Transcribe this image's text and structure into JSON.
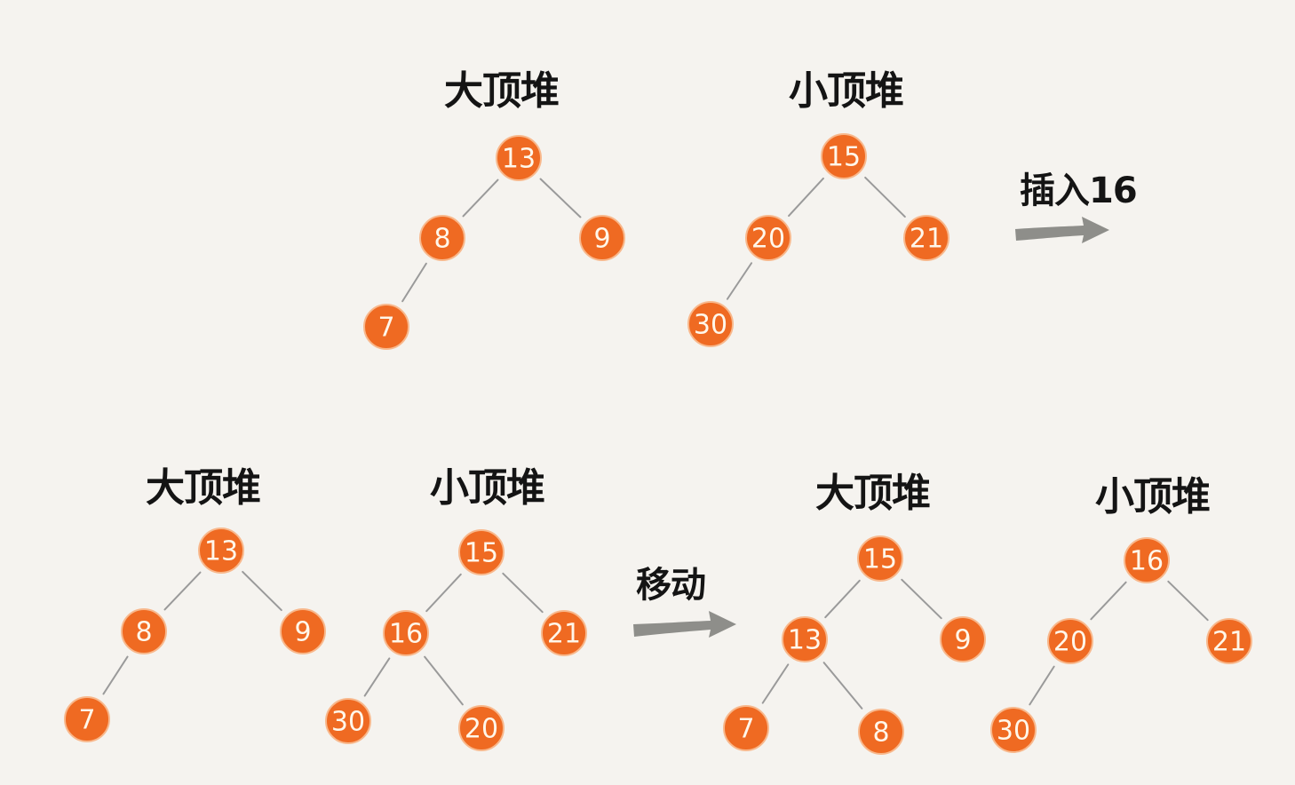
{
  "step_labels": {
    "insert": "插入16",
    "move": "移动"
  },
  "colors": {
    "node_fill": "#ef6a22",
    "node_text": "#fff7ea",
    "edge": "#9a9a9a",
    "arrow": "#8e8e8a",
    "background": "#f5f3ef"
  },
  "heaps": [
    {
      "id": "top-max-heap",
      "title": "大顶堆",
      "nodes": [
        {
          "id": "a",
          "label": "13"
        },
        {
          "id": "b",
          "label": "8"
        },
        {
          "id": "c",
          "label": "9"
        },
        {
          "id": "d",
          "label": "7"
        }
      ],
      "edges": [
        [
          "a",
          "b"
        ],
        [
          "a",
          "c"
        ],
        [
          "b",
          "d"
        ]
      ]
    },
    {
      "id": "top-min-heap",
      "title": "小顶堆",
      "nodes": [
        {
          "id": "a",
          "label": "15"
        },
        {
          "id": "b",
          "label": "20"
        },
        {
          "id": "c",
          "label": "21"
        },
        {
          "id": "d",
          "label": "30"
        }
      ],
      "edges": [
        [
          "a",
          "b"
        ],
        [
          "a",
          "c"
        ],
        [
          "b",
          "d"
        ]
      ]
    },
    {
      "id": "inserted-max-heap",
      "title": "大顶堆",
      "nodes": [
        {
          "id": "a",
          "label": "13"
        },
        {
          "id": "b",
          "label": "8"
        },
        {
          "id": "c",
          "label": "9"
        },
        {
          "id": "d",
          "label": "7"
        }
      ],
      "edges": [
        [
          "a",
          "b"
        ],
        [
          "a",
          "c"
        ],
        [
          "b",
          "d"
        ]
      ]
    },
    {
      "id": "inserted-min-heap",
      "title": "小顶堆",
      "nodes": [
        {
          "id": "a",
          "label": "15"
        },
        {
          "id": "b",
          "label": "16"
        },
        {
          "id": "c",
          "label": "21"
        },
        {
          "id": "d",
          "label": "30"
        },
        {
          "id": "e",
          "label": "20"
        }
      ],
      "edges": [
        [
          "a",
          "b"
        ],
        [
          "a",
          "c"
        ],
        [
          "b",
          "d"
        ],
        [
          "b",
          "e"
        ]
      ]
    },
    {
      "id": "moved-max-heap",
      "title": "大顶堆",
      "nodes": [
        {
          "id": "a",
          "label": "15"
        },
        {
          "id": "b",
          "label": "13"
        },
        {
          "id": "c",
          "label": "9"
        },
        {
          "id": "d",
          "label": "7"
        },
        {
          "id": "e",
          "label": "8"
        }
      ],
      "edges": [
        [
          "a",
          "b"
        ],
        [
          "a",
          "c"
        ],
        [
          "b",
          "d"
        ],
        [
          "b",
          "e"
        ]
      ]
    },
    {
      "id": "moved-min-heap",
      "title": "小顶堆",
      "nodes": [
        {
          "id": "a",
          "label": "16"
        },
        {
          "id": "b",
          "label": "20"
        },
        {
          "id": "c",
          "label": "21"
        },
        {
          "id": "d",
          "label": "30"
        }
      ],
      "edges": [
        [
          "a",
          "b"
        ],
        [
          "a",
          "c"
        ],
        [
          "b",
          "d"
        ]
      ]
    }
  ]
}
